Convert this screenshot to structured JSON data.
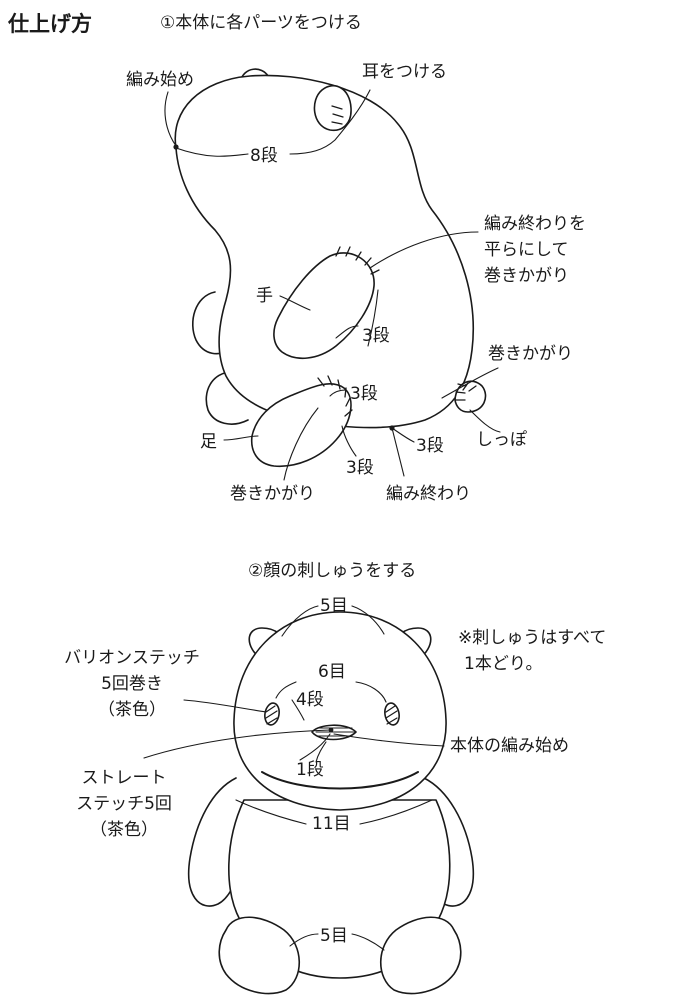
{
  "title": "仕上げ方",
  "step1": {
    "heading": "①本体に各パーツをつける",
    "labels": {
      "amihajime": "編み始め",
      "mimi": "耳をつける",
      "dan8": "8段",
      "owari_l1": "編み終わりを",
      "owari_l2": "平らにして",
      "owari_l3": "巻きかがり",
      "te": "手",
      "dan3_arm": "3段",
      "makikagari_tail": "巻きかがり",
      "dan3_leg": "3段",
      "ashi": "足",
      "dan3_right": "3段",
      "shippo": "しっぽ",
      "dan3_bottom": "3段",
      "makikagari_leg": "巻きかがり",
      "amiowari": "編み終わり"
    }
  },
  "step2": {
    "heading": "②顔の刺しゅうをする",
    "labels": {
      "me5": "5目",
      "note_l1": "※刺しゅうはすべて",
      "note_l2": "1本どり。",
      "bullion_l1": "バリオンステッチ",
      "bullion_l2": "5回巻き",
      "bullion_l3": "（茶色）",
      "me6": "6目",
      "dan4": "4段",
      "hontai_start": "本体の編み始め",
      "dan1": "1段",
      "straight_l1": "ストレート",
      "straight_l2": "ステッチ5回",
      "straight_l3": "（茶色）",
      "me11": "11目",
      "me5_bottom": "5目"
    }
  },
  "colors": {
    "line": "#1a1a1a",
    "fill": "#ffffff"
  }
}
